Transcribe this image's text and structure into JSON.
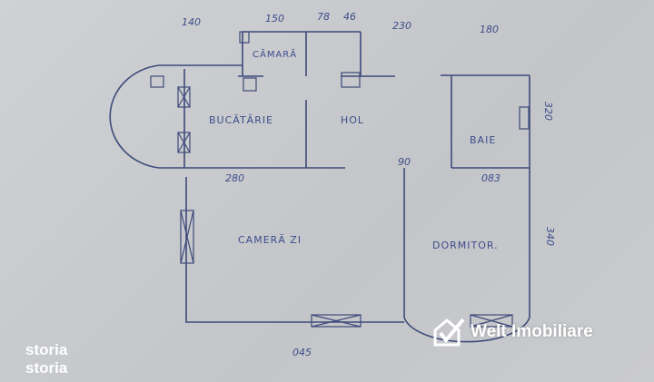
{
  "plan": {
    "rooms": {
      "camara": "CĂMARĂ",
      "bucatarie": "BUCĂTĂRIE",
      "hol": "HOL",
      "baie": "BAIE",
      "camera_zi": "CAMERĂ ZI",
      "dormitor": "DORMITOR."
    },
    "dimensions": {
      "top_140": "140",
      "top_150": "150",
      "top_78": "78",
      "top_46": "46",
      "top_230": "230",
      "top_180": "180",
      "kitchen_280": "280",
      "door_90": "90",
      "bath_180": "083",
      "right_320": "320",
      "right_340": "340",
      "bottom_540": "045"
    }
  },
  "watermarks": {
    "agency": "Welt Imobiliare",
    "portal": "storia"
  }
}
